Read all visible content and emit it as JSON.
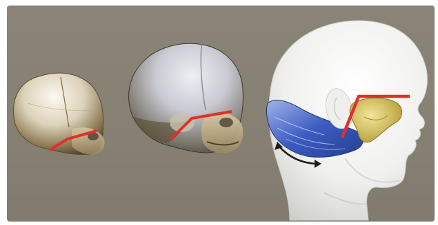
{
  "figure": {
    "background_color": "#868075",
    "highlight_color": "#e0302a",
    "subjects": [
      {
        "name": "infant-skull"
      },
      {
        "name": "child-skull"
      },
      {
        "name": "adult-head-profile"
      }
    ],
    "icons": [
      "double-headed-arrow-icon",
      "red-angle-marker-icon"
    ]
  }
}
